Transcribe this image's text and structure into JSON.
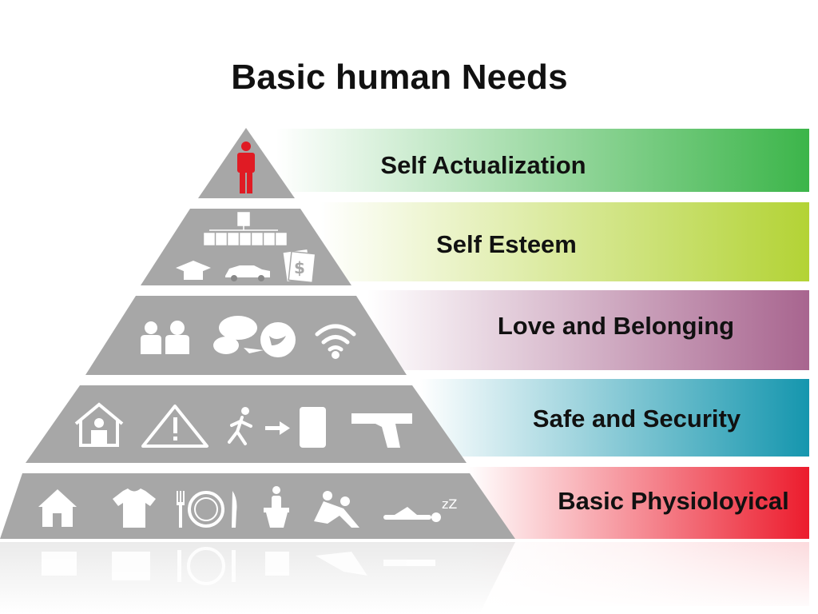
{
  "title": "Basic human Needs",
  "colors": {
    "pyramid": "#a7a7a7",
    "icon": "#ffffff",
    "person": "#e01b24"
  },
  "levels": [
    {
      "label": "Self Actualization",
      "color": "#3cb54a",
      "icons": [
        "person-icon"
      ]
    },
    {
      "label": "Self Esteem",
      "color": "#b3d335",
      "icons": [
        "org-chart-icon",
        "graduation-cap-icon",
        "car-icon",
        "money-icon"
      ]
    },
    {
      "label": "Love and Belonging",
      "color": "#a8658f",
      "icons": [
        "people-icon",
        "chat-bubbles-icon",
        "bird-icon",
        "wifi-icon"
      ]
    },
    {
      "label": "Safe and Security",
      "color": "#1596ae",
      "icons": [
        "police-house-icon",
        "warning-icon",
        "running-person-icon",
        "arrow-right-icon",
        "door-icon",
        "pistol-icon"
      ]
    },
    {
      "label": "Basic Physioloyical",
      "color": "#ec1c2d",
      "icons": [
        "house-icon",
        "tshirt-icon",
        "fork-icon",
        "plate-icon",
        "knife-icon",
        "toilet-icon",
        "couple-icon",
        "sleeping-person-icon"
      ]
    }
  ]
}
